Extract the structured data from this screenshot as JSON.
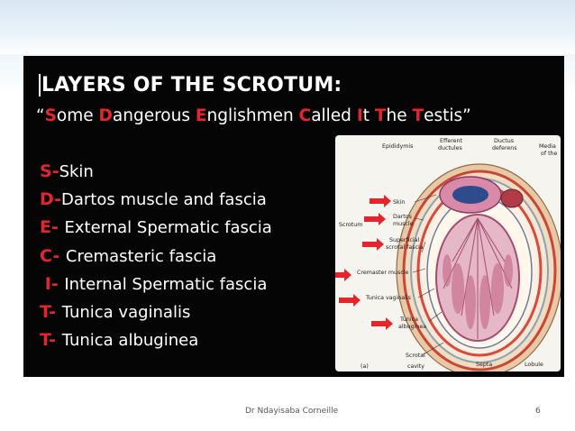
{
  "title": "LAYERS OF THE SCROTUM:",
  "mnemonic": {
    "open": "“",
    "words": [
      {
        "initial": "S",
        "rest": "ome "
      },
      {
        "initial": "D",
        "rest": "angerous "
      },
      {
        "initial": "E",
        "rest": "nglishmen "
      },
      {
        "initial": "C",
        "rest": "alled "
      },
      {
        "initial": "I",
        "rest": "t "
      },
      {
        "initial": "T",
        "rest": "he "
      },
      {
        "initial": "T",
        "rest": "estis"
      }
    ],
    "close": "”"
  },
  "layers": [
    {
      "letter": "S",
      "sep": "-",
      "text": "Skin"
    },
    {
      "letter": "D",
      "sep": "-",
      "text": "Dartos muscle and fascia"
    },
    {
      "letter": "E",
      "sep": "- ",
      "text": "External Spermatic fascia"
    },
    {
      "letter": "C",
      "sep": "- ",
      "text": "Cremasteric fascia"
    },
    {
      "letter": "I",
      "sep": "- ",
      "text": "Internal Spermatic fascia"
    },
    {
      "letter": "T",
      "sep": "- ",
      "text": "Tunica vaginalis"
    },
    {
      "letter": "T",
      "sep": "- ",
      "text": "Tunica albuginea"
    }
  ],
  "diagram": {
    "labels": {
      "epididymis": "Epididymis",
      "efferent1": "Efferent",
      "efferent2": "ductules",
      "ductus1": "Ductus",
      "ductus2": "deferens",
      "media1": "Media",
      "media2": "of the",
      "skin": "Skin",
      "dartos1": "Dartos",
      "dartos2": "muscle",
      "scrotum": "Scrotum",
      "superficial1": "Superficial",
      "superficial2": "scrotal fascia",
      "cremaster": "Cremaster muscle",
      "vaginalis": "Tunica vaginalis",
      "albuginea1": "Tunica",
      "albuginea2": "albuginea",
      "scrotal1": "Scrotal",
      "scrotal2": "cavity",
      "septa": "Septa",
      "lobule": "Lobule",
      "panel": "(a)"
    },
    "accent": "#e4262c"
  },
  "footer": {
    "author": "Dr Ndayisaba Corneille",
    "page": "6"
  }
}
